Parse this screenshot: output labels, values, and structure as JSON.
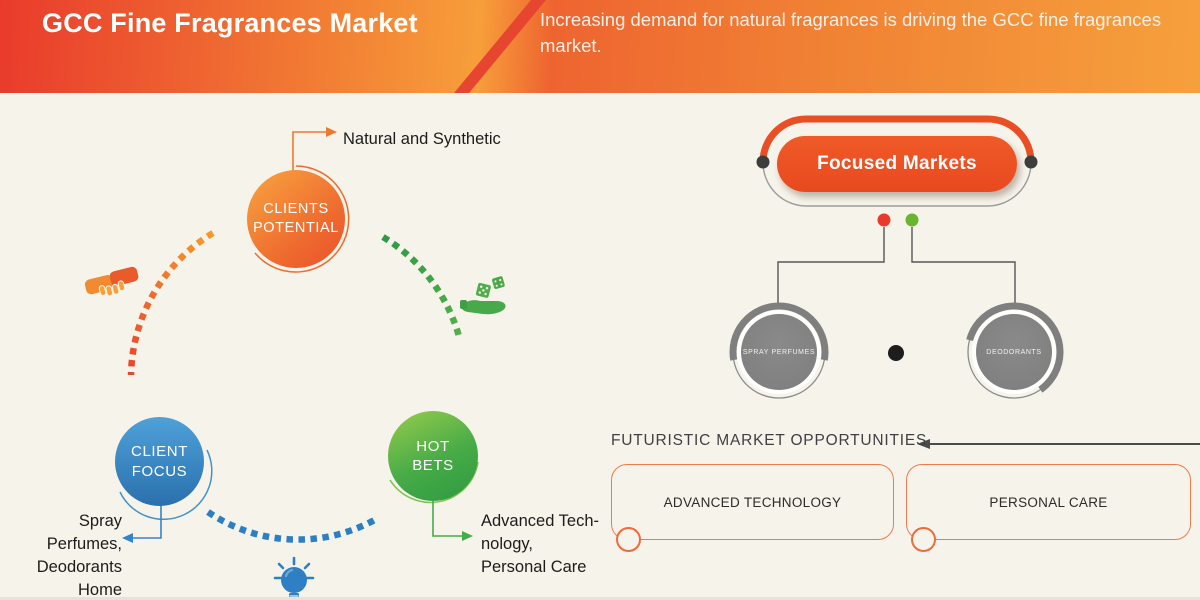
{
  "header": {
    "title": "GCC Fine Fragrances Market",
    "subtitle": "Increasing demand for natural fragrances is driving the GCC fine fragrances market."
  },
  "cycle": {
    "nodes": [
      {
        "id": "clients-potential",
        "line1": "CLIENTS",
        "line2": "POTENTIAL",
        "color": "#ee6a2f"
      },
      {
        "id": "client-focus",
        "line1": "CLIENT",
        "line2": "FOCUS",
        "color": "#2f7fc2"
      },
      {
        "id": "hot-bets",
        "line1": "HOT",
        "line2": "BETS",
        "color": "#3ba748"
      }
    ],
    "callouts": {
      "clients_potential": "Natural and Synthetic",
      "client_focus": [
        "Spray Perfumes,",
        "Deodorants",
        "Home"
      ],
      "hot_bets": [
        "Advanced Tech-",
        "nology,",
        "Personal Care"
      ]
    },
    "icons": [
      "handshake-icon",
      "dice-hand-icon",
      "lightbulb-icon"
    ]
  },
  "focused_markets": {
    "title": "Focused Markets",
    "children": [
      {
        "label": "SPRAY PERFUMES"
      },
      {
        "label": "DEODORANTS"
      }
    ]
  },
  "opportunities": {
    "heading": "FUTURISTIC MARKET OPPORTUNITIES",
    "items": [
      {
        "label": "ADVANCED TECHNOLOGY"
      },
      {
        "label": "PERSONAL CARE"
      }
    ]
  },
  "colors": {
    "header_red": "#e93b2c",
    "header_orange": "#f6a03c",
    "accent_orange": "#e94e24",
    "green": "#3ba748",
    "blue": "#2e7fc2",
    "gray": "#818181",
    "background": "#f6f3ea"
  }
}
